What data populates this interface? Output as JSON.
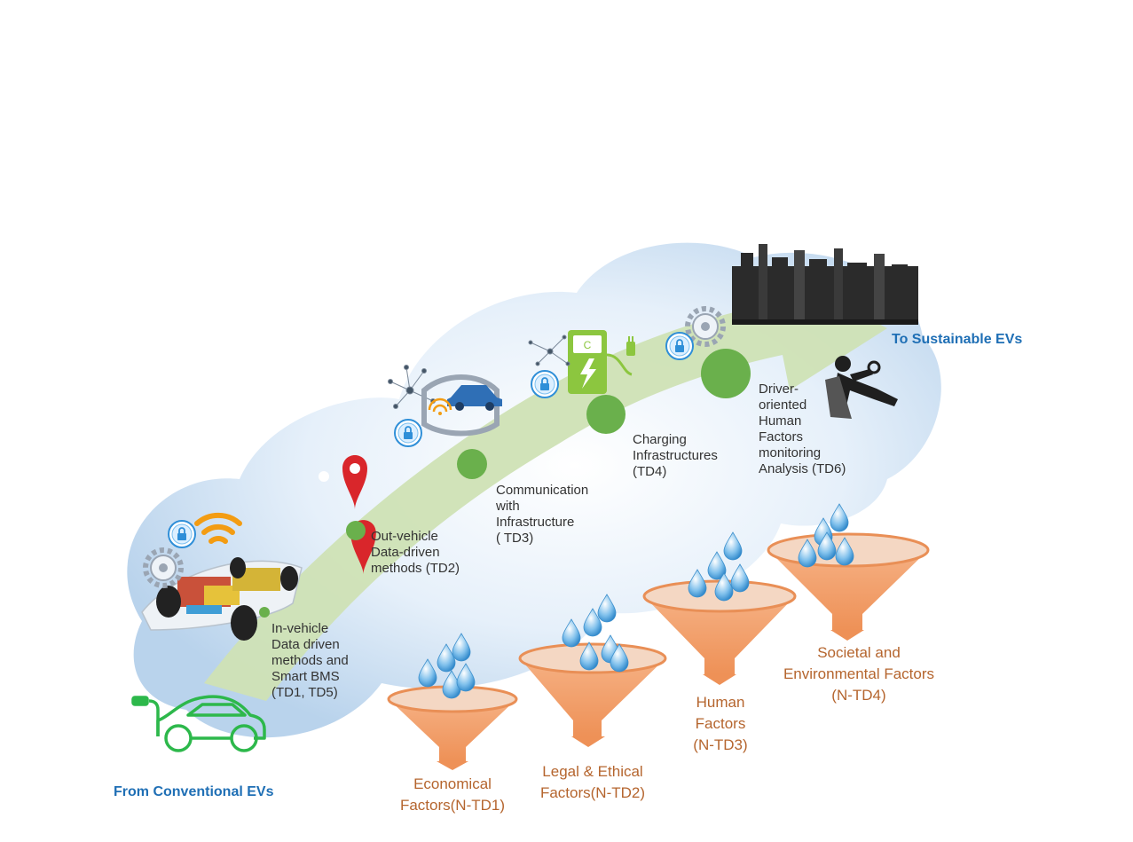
{
  "endpoints": {
    "start": "From Conventional EVs",
    "end": "To Sustainable EVs"
  },
  "technical_directions": [
    {
      "id": "TD1_TD5",
      "label": "In-vehicle\nData driven\nmethods and\nSmart BMS\n(TD1, TD5)"
    },
    {
      "id": "TD2",
      "label": "Out-vehicle\nData-driven\nmethods (TD2)"
    },
    {
      "id": "TD3",
      "label": "Communication\nwith\nInfrastructure\n( TD3)"
    },
    {
      "id": "TD4",
      "label": "Charging\nInfrastructures\n(TD4)"
    },
    {
      "id": "TD6",
      "label": "Driver-\noriented\nHuman\nFactors\nmonitoring\nAnalysis (TD6)"
    }
  ],
  "non_technical_factors": [
    {
      "id": "N-TD1",
      "label": "Economical\nFactors(N-TD1)"
    },
    {
      "id": "N-TD2",
      "label": "Legal & Ethical\nFactors(N-TD2)"
    },
    {
      "id": "N-TD3",
      "label": "Human\nFactors\n(N-TD3)"
    },
    {
      "id": "N-TD4",
      "label": "Societal and\nEnvironmental Factors\n(N-TD4)"
    }
  ],
  "colors": {
    "cloud": "#cfe3f4",
    "arrow": "#cfe2b5",
    "node": "#6ab04c",
    "funnel": "#f4a979",
    "funnel_rim": "#e98f56",
    "endpoint_text": "#1f6fb5",
    "factor_text": "#b5652e",
    "pin": "#d9262b",
    "lock": "#2f8fd8",
    "ev_outline": "#2db84b",
    "charger": "#8cc63f"
  }
}
